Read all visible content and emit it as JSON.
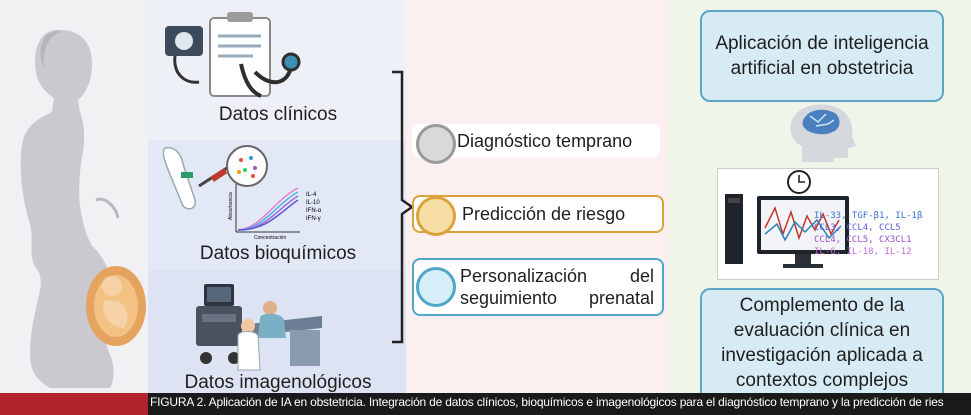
{
  "inputs": {
    "clinical": "Datos clínicos",
    "biochemical": "Datos bioquímicos",
    "imaging": "Datos imagenológicos"
  },
  "chart_legend": [
    "IL-4",
    "IL-10",
    "IFN-α",
    "IFN-γ"
  ],
  "chart_axes": {
    "x": "Concentración",
    "y": "Absorbancia"
  },
  "outcomes": [
    {
      "label": "Diagnóstico temprano",
      "color": "#9a9a9a"
    },
    {
      "label": "Predicción de riesgo",
      "color": "#d9a23a"
    },
    {
      "label": "Personalización del seguimiento prenatal",
      "color": "#4fa6c7"
    }
  ],
  "right": {
    "title": "Aplicación de inteligencia artificial en obstetricia",
    "complement": "Complemento de la evaluación clínica en investigación aplicada a contextos complejos",
    "markers": [
      "IL-33, TGF-β1, IL-1β",
      "CCL3, CCL4, CCL5",
      "CCL4, CCL5, CX3CL1",
      "IL-6, IL-18, IL-12"
    ]
  },
  "caption": "FIGURA 2. Aplicación de IA en obstetricia. Integración de datos clínicos, bioquímicos e imagenológicos  para el diagnóstico temprano y la predicción de ries"
}
